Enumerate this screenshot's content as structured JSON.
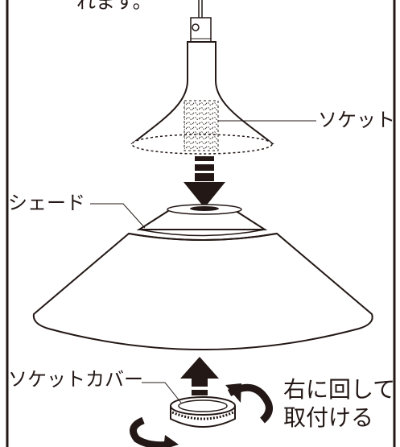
{
  "labels": {
    "top_partial": "れます。",
    "socket": "ソケット",
    "shade": "シェード",
    "socket_cover": "ソケットカバー",
    "instruction_line1": "右に回して",
    "instruction_line2": "取付ける"
  },
  "colors": {
    "ink": "#231815",
    "background": "#ffffff"
  },
  "icons": {
    "down_arrow": "down-arrow-icon",
    "up_arrow": "up-arrow-icon",
    "rotate_arrows": "rotate-right-arrows-icon"
  }
}
